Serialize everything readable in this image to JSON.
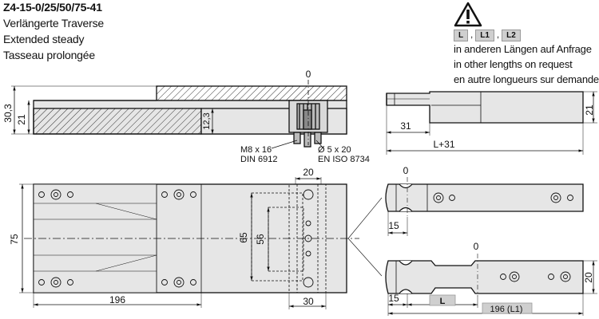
{
  "header": {
    "code": "Z4-15-0/25/50/75-41",
    "name_de": "Verlängerte Traverse",
    "name_en": "Extended steady",
    "name_fr": "Tasseau prolongée"
  },
  "note": {
    "warning_icon": "warning-triangle-icon",
    "tag_l": "L",
    "tag_l1": "L1",
    "tag_l2": "L2",
    "sep": ",",
    "line_de": "in anderen Längen auf Anfrage",
    "line_en": "in other lengths on request",
    "line_fr": "en autre longueurs sur demande"
  },
  "dims": {
    "h30_3": "30,3",
    "h21": "21",
    "h12_3": "12,3",
    "zero_top": "0",
    "screw_label1": "M8 x 16",
    "screw_label2": "DIN 6912",
    "pin_label1": "Ø 5 x 20",
    "pin_label2": "EN ISO 8734",
    "side_h21": "21",
    "side_31": "31",
    "side_l31": "L+31",
    "plan_20": "20",
    "plan_75": "75",
    "plan_65": "65",
    "plan_56": "56",
    "plan_196": "196",
    "plan_30": "30",
    "det1_zero": "0",
    "det1_15": "15",
    "det2_zero": "0",
    "det2_15": "15",
    "det2_l": "L",
    "det2_196": "196 (L1)",
    "det2_20": "20"
  }
}
